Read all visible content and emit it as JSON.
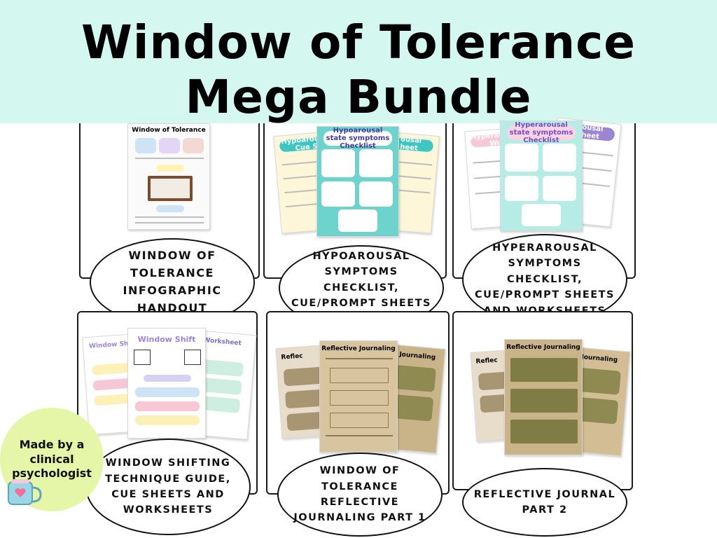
{
  "header": {
    "title_line1": "Window of Tolerance",
    "title_line2": "Mega Bundle"
  },
  "products": [
    {
      "label": "WINDOW OF TOLERANCE INFOGRAPHIC HANDOUT",
      "preview_title": "Window of Tolerance"
    },
    {
      "label": "HYPOAROUSAL SYMPTOMS CHECKLIST, CUE/PROMPT SHEETS AND WORKSHEETS",
      "preview_title": "Hypoarousal state symptoms Checklist",
      "preview_back": "Hypoarousal Cue Sheet"
    },
    {
      "label": "HYPERAROUSAL SYMPTOMS CHECKLIST, CUE/PROMPT SHEETS AND WORKSHEETS",
      "preview_title": "Hyperarousal state symptoms Checklist",
      "preview_back": "Hyperarousal Worksheet"
    },
    {
      "label": "WINDOW SHIFTING TECHNIQUE GUIDE, CUE SHEETS AND WORKSHEETS",
      "preview_title": "Window Shift",
      "preview_back": "Window Shift Worksheet"
    },
    {
      "label": "WINDOW OF TOLERANCE REFLECTIVE JOURNALING PART 1",
      "preview_title": "Reflective Journaling"
    },
    {
      "label": "REFLECTIVE JOURNAL PART 2",
      "preview_title": "Reflective Journaling"
    }
  ],
  "badge": {
    "text": "Made by a clinical psychologist"
  },
  "colors": {
    "banner": "#d4f7ef",
    "teal": "#3ec7c0",
    "pink": "#f6c9d8",
    "lavender": "#cbb7ec",
    "badge": "#e6f6a9",
    "parchment": "#c9b48a"
  },
  "icons": [
    "mug-heart-icon"
  ]
}
